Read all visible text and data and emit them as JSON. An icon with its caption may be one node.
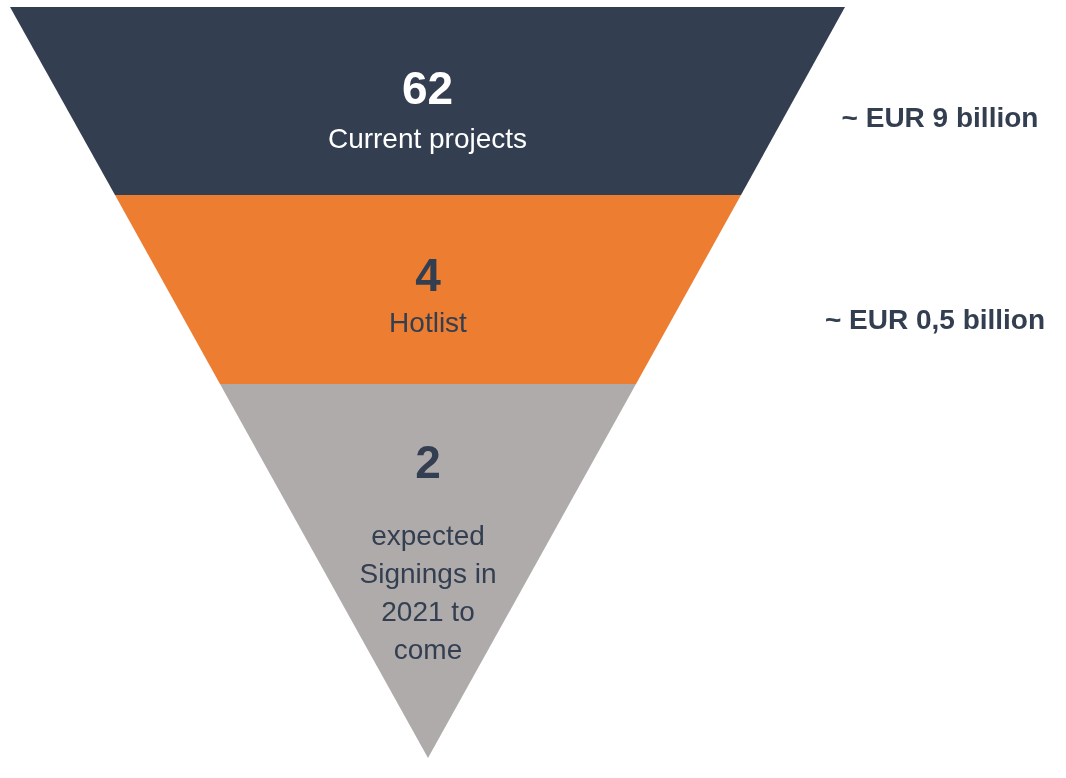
{
  "diagram": {
    "nodes": [
      {
        "text": [
          "62",
          "Current projects"
        ],
        "beside": [
          "~ EUR 9 billion"
        ]
      },
      {
        "text": [
          "4",
          "Hotlist"
        ],
        "beside": [
          "~ EUR 0,5 billion"
        ]
      },
      {
        "text": [
          "2",
          "expected Signings in 2021 to come"
        ]
      }
    ]
  }
}
